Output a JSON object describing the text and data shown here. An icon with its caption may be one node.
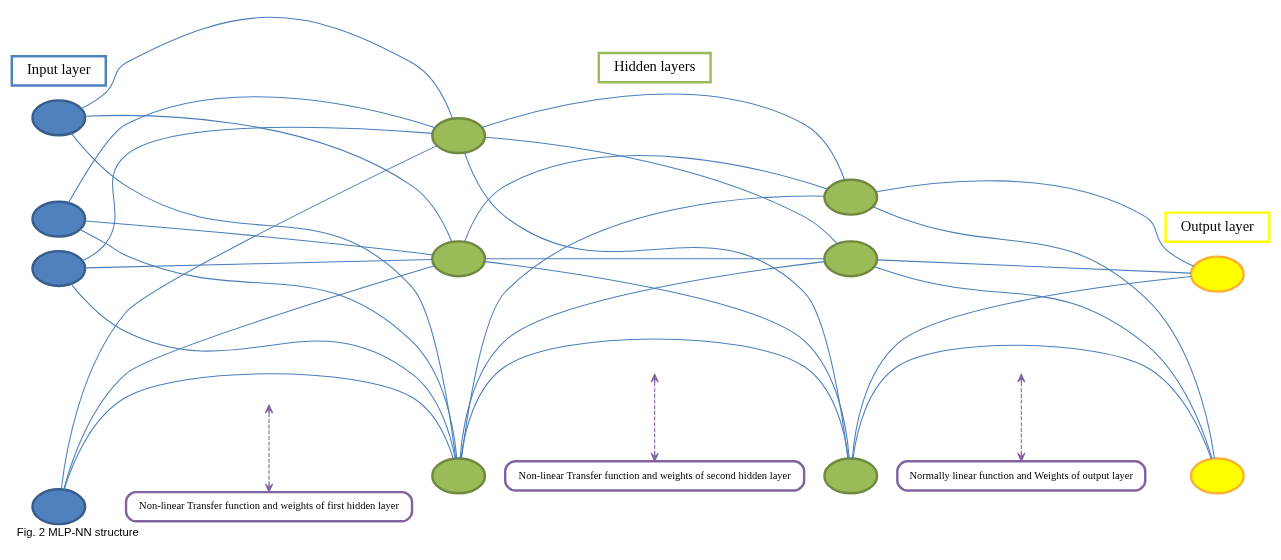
{
  "diagram": {
    "caption": "Fig. 2 MLP-NN structure",
    "nodes": [
      {
        "text": [
          "Input layer"
        ]
      },
      {
        "text": [
          "Hidden layers"
        ]
      },
      {
        "text": [
          "Output layer"
        ]
      },
      {
        "text": [],
        "shape": "circle"
      },
      {
        "text": [],
        "shape": "circle"
      },
      {
        "text": [],
        "shape": "circle"
      },
      {
        "text": [],
        "shape": "circle"
      },
      {
        "text": [],
        "shape": "circle"
      },
      {
        "text": [],
        "shape": "circle"
      },
      {
        "text": [],
        "shape": "circle"
      },
      {
        "text": [],
        "shape": "circle"
      },
      {
        "text": [],
        "shape": "circle"
      },
      {
        "text": [],
        "shape": "circle"
      },
      {
        "text": [],
        "shape": "circle"
      },
      {
        "text": [],
        "shape": "circle"
      },
      {
        "text": [
          "Non-linear Transfer function and weights of first hidden layer"
        ]
      },
      {
        "text": [
          "Non-linear Transfer function and weights of second hidden layer"
        ]
      },
      {
        "text": [
          "Normally linear function and Weights of output layer"
        ]
      }
    ],
    "edges": [
      {
        "from": 3,
        "to": 7,
        "arrow": "none"
      },
      {
        "from": 3,
        "to": 8,
        "arrow": "none"
      },
      {
        "from": 3,
        "to": 9,
        "arrow": "none"
      },
      {
        "from": 4,
        "to": 7,
        "arrow": "none"
      },
      {
        "from": 4,
        "to": 8,
        "arrow": "none"
      },
      {
        "from": 4,
        "to": 9,
        "arrow": "none"
      },
      {
        "from": 5,
        "to": 7,
        "arrow": "none"
      },
      {
        "from": 5,
        "to": 8,
        "arrow": "none"
      },
      {
        "from": 5,
        "to": 9,
        "arrow": "none"
      },
      {
        "from": 6,
        "to": 7,
        "arrow": "none"
      },
      {
        "from": 6,
        "to": 8,
        "arrow": "none"
      },
      {
        "from": 6,
        "to": 9,
        "arrow": "none"
      },
      {
        "from": 7,
        "to": 10,
        "arrow": "none"
      },
      {
        "from": 7,
        "to": 11,
        "arrow": "none"
      },
      {
        "from": 7,
        "to": 12,
        "arrow": "none"
      },
      {
        "from": 8,
        "to": 10,
        "arrow": "none"
      },
      {
        "from": 8,
        "to": 11,
        "arrow": "none"
      },
      {
        "from": 8,
        "to": 12,
        "arrow": "none"
      },
      {
        "from": 9,
        "to": 10,
        "arrow": "none"
      },
      {
        "from": 9,
        "to": 11,
        "arrow": "none"
      },
      {
        "from": 9,
        "to": 12,
        "arrow": "none"
      },
      {
        "from": 10,
        "to": 13,
        "arrow": "none"
      },
      {
        "from": 10,
        "to": 14,
        "arrow": "none"
      },
      {
        "from": 11,
        "to": 13,
        "arrow": "none"
      },
      {
        "from": 11,
        "to": 14,
        "arrow": "none"
      },
      {
        "from": 12,
        "to": 13,
        "arrow": "none"
      },
      {
        "from": 12,
        "to": 14,
        "arrow": "none"
      },
      {
        "from": null,
        "to": 15,
        "arrow": "both",
        "style": "dashed",
        "color": "#8064a2"
      },
      {
        "from": null,
        "to": 16,
        "arrow": "both",
        "style": "dashed",
        "color": "#8064a2"
      },
      {
        "from": null,
        "to": 17,
        "arrow": "both",
        "style": "dashed",
        "color": "#8064a2"
      }
    ]
  }
}
